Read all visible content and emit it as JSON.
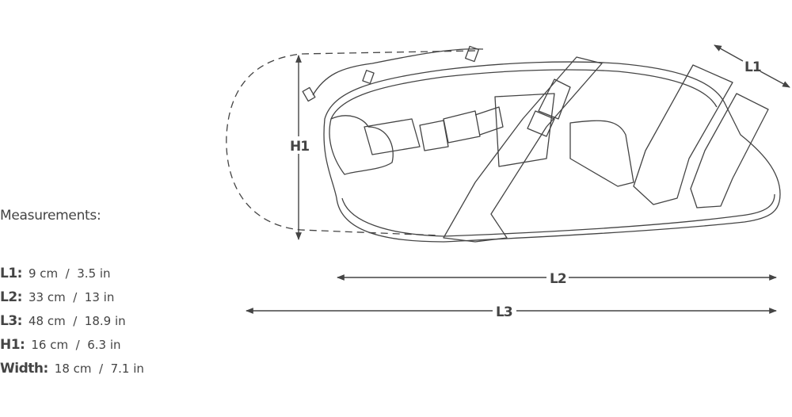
{
  "measurements": {
    "title": "Measurements:",
    "rows": [
      {
        "label": "L1:",
        "value": "9 cm  /  3.5 in"
      },
      {
        "label": "L2:",
        "value": "33 cm  /  13 in"
      },
      {
        "label": "L3:",
        "value": "48 cm  /  18.9 in"
      },
      {
        "label": "H1:",
        "value": "16 cm  /  6.3 in"
      },
      {
        "label": "Width:",
        "value": "18 cm  /  7.1 in"
      }
    ]
  },
  "diagram": {
    "labels": {
      "l1": "L1",
      "l2": "L2",
      "l3": "L3",
      "h1": "H1"
    },
    "line_color": "#444444"
  }
}
